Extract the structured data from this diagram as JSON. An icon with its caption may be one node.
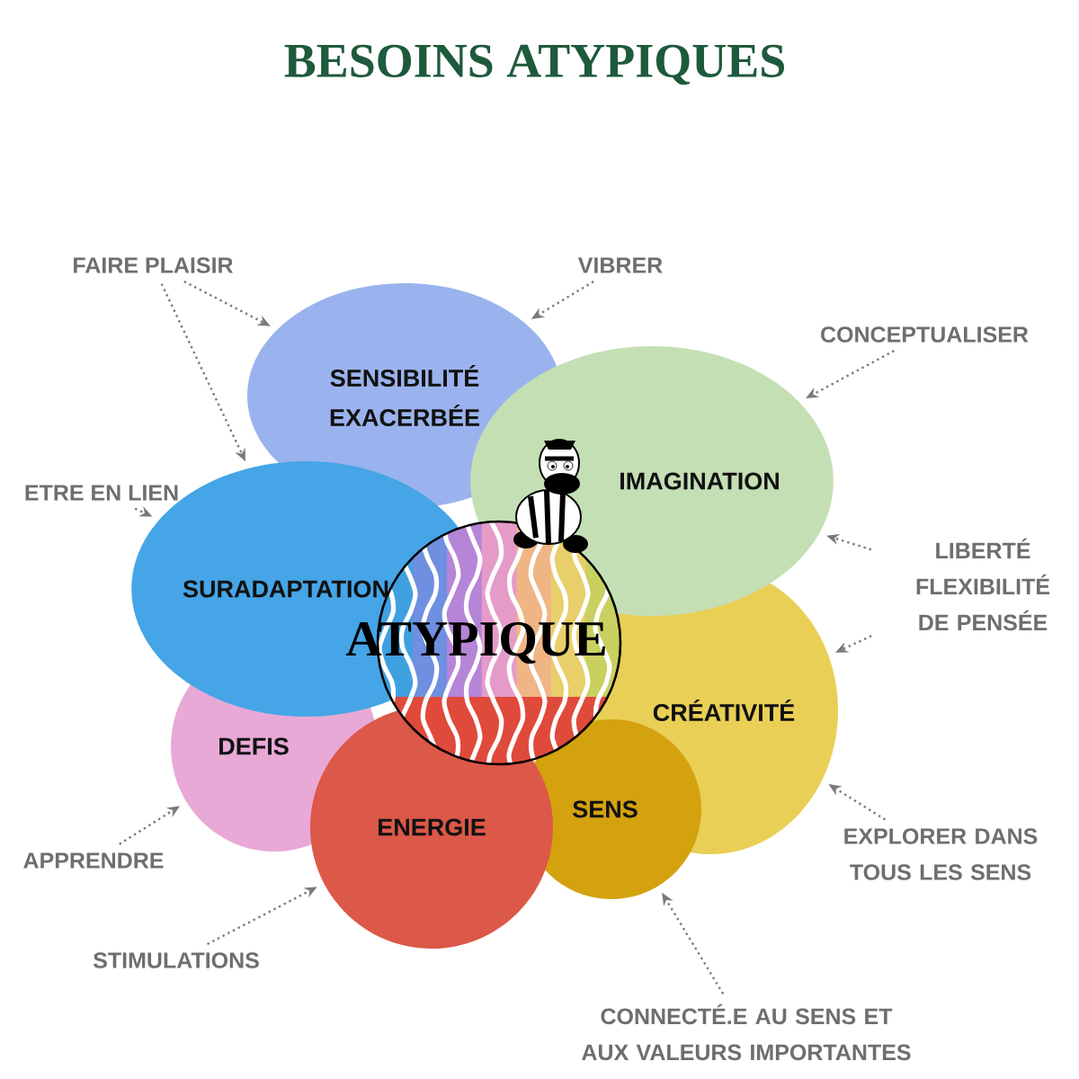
{
  "diagram": {
    "title": "BESOINS ATYPIQUES",
    "nodes": [
      {
        "text": [
          "SENSIBILITÉ EXACERBÉE"
        ]
      },
      {
        "text": [
          "IMAGINATION"
        ]
      },
      {
        "text": [
          "SURADAPTATION"
        ]
      },
      {
        "text": [
          "CRÉATIVITÉ"
        ]
      },
      {
        "text": [
          "DEFIS"
        ]
      },
      {
        "text": [
          "ENERGIE"
        ]
      },
      {
        "text": [
          "SENS"
        ]
      },
      {
        "text": [
          "ATYPIQUE"
        ]
      },
      {
        "text": [
          "FAIRE PLAISIR"
        ]
      },
      {
        "text": [
          "VIBRER"
        ]
      },
      {
        "text": [
          "CONCEPTUALISER"
        ]
      },
      {
        "text": [
          "ETRE EN LIEN"
        ]
      },
      {
        "text": [
          "LIBERTÉ FLEXIBILITÉ DE PENSÉE"
        ]
      },
      {
        "text": [
          "EXPLORER DANS TOUS LES SENS"
        ]
      },
      {
        "text": [
          "APPRENDRE"
        ]
      },
      {
        "text": [
          "STIMULATIONS"
        ]
      },
      {
        "text": [
          "CONNECTÉ.E AU SENS ET AUX VALEURS IMPORTANTES"
        ]
      }
    ],
    "edges": [
      {
        "from": 8,
        "to": 0,
        "arrow": "to"
      },
      {
        "from": 8,
        "to": 2,
        "arrow": "to"
      },
      {
        "from": 9,
        "to": 0,
        "arrow": "to"
      },
      {
        "from": 10,
        "to": 1,
        "arrow": "to"
      },
      {
        "from": 11,
        "to": 2,
        "arrow": "to"
      },
      {
        "from": 12,
        "to": 1,
        "arrow": "to"
      },
      {
        "from": 12,
        "to": 3,
        "arrow": "to"
      },
      {
        "from": 13,
        "to": 3,
        "arrow": "to"
      },
      {
        "from": 14,
        "to": 4,
        "arrow": "to"
      },
      {
        "from": 15,
        "to": 5,
        "arrow": "to"
      },
      {
        "from": 16,
        "to": 6,
        "arrow": "to"
      }
    ]
  }
}
